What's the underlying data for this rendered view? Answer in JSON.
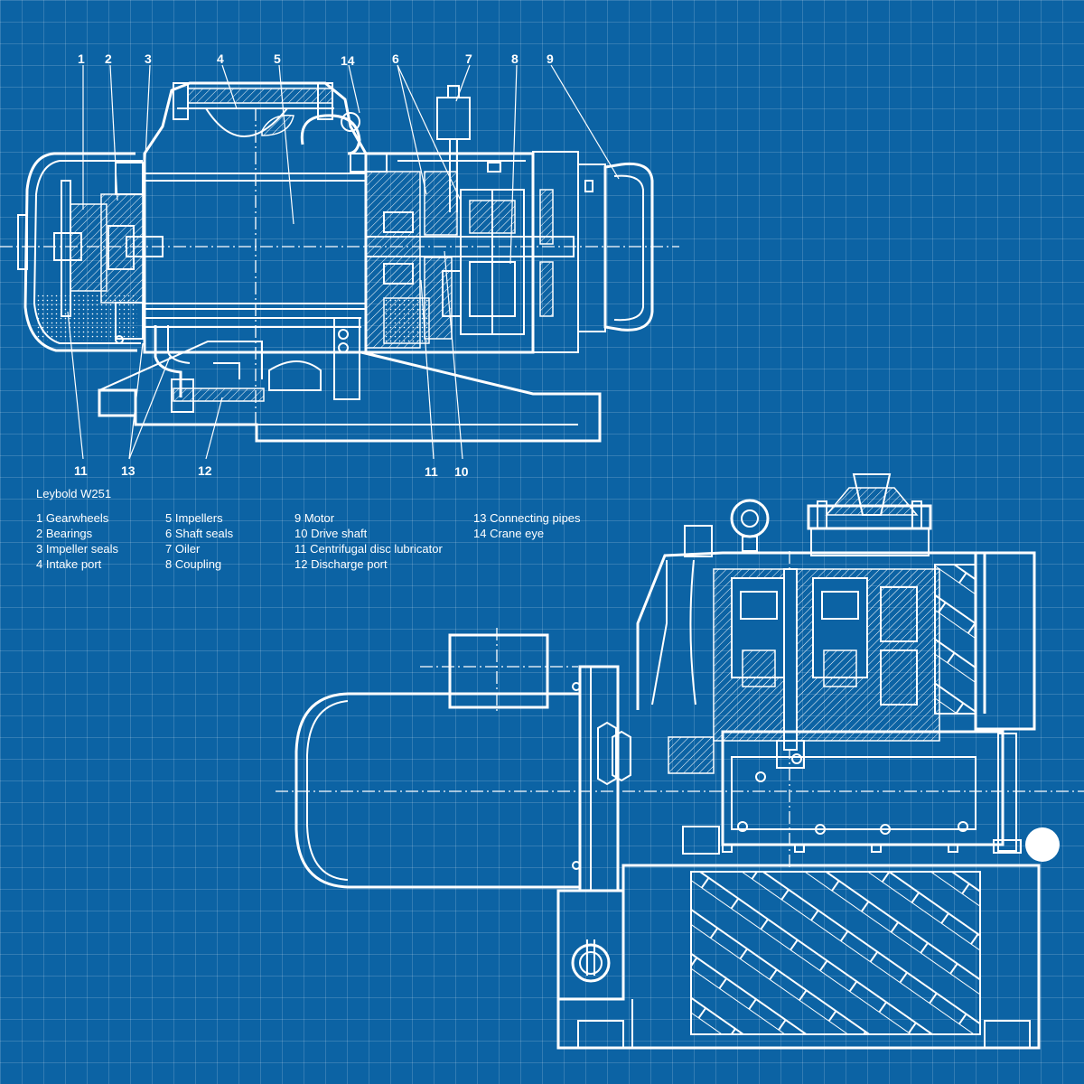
{
  "diagram": {
    "title": "Leybold W251",
    "callouts_top": [
      {
        "id": "c1",
        "text": "1"
      },
      {
        "id": "c2",
        "text": "2"
      },
      {
        "id": "c3",
        "text": "3"
      },
      {
        "id": "c4",
        "text": "4"
      },
      {
        "id": "c5",
        "text": "5"
      },
      {
        "id": "c14",
        "text": "14"
      },
      {
        "id": "c6",
        "text": "6"
      },
      {
        "id": "c7",
        "text": "7"
      },
      {
        "id": "c8",
        "text": "8"
      },
      {
        "id": "c9",
        "text": "9"
      }
    ],
    "callouts_bottom": [
      {
        "id": "c11a",
        "text": "11"
      },
      {
        "id": "c13",
        "text": "13"
      },
      {
        "id": "c12",
        "text": "12"
      },
      {
        "id": "c11b",
        "text": "11"
      },
      {
        "id": "c10",
        "text": "10"
      }
    ],
    "legend": {
      "columns": [
        [
          "1 Gearwheels",
          "2 Bearings",
          "3 Impeller seals",
          "4 Intake port"
        ],
        [
          "5 Impellers",
          "6 Shaft seals",
          "7 Oiler",
          "8 Coupling"
        ],
        [
          "9 Motor",
          "10 Drive shaft",
          "11 Centrifugal disc lubricator",
          "12 Discharge port"
        ],
        [
          "13 Connecting pipes",
          "14 Crane eye"
        ]
      ]
    },
    "colors": {
      "background": "#0c63a4",
      "grid": "#4a8cc0",
      "line": "#ffffff"
    }
  }
}
